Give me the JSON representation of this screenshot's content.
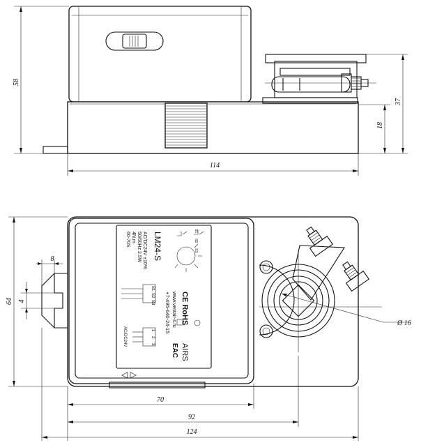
{
  "drawing": {
    "side_view": {
      "dim_height_total": "58",
      "dim_height_right": "37",
      "dim_height_base": "18",
      "dim_length": "114"
    },
    "top_view": {
      "dim_height": "64",
      "dim_slot_width": "8",
      "dim_slot_gap": "4",
      "dim_shaft_diameter": "Ø 16",
      "dim_width_70": "70",
      "dim_width_92": "92",
      "dim_width_124": "124"
    },
    "label": {
      "model": "LM24-S",
      "supply": "AC/DC24V ±10%",
      "freq_power": "50/60Hz 2.5W",
      "torque": "4N.m",
      "time": "60-70S",
      "ce_rohs": "CE RoHS",
      "website": "www.ventair-s.ru",
      "phone": "+7-495-640-24-15",
      "brand": "AIRS",
      "eac": "EAC",
      "sw_s1": "S1",
      "sw_s2": "S2",
      "sw_s3": "S3",
      "sw_s1_short": "S1",
      "sw_s2_short": "S2",
      "sw_s3_short": "S3",
      "term_1": "1",
      "term_2": "2",
      "term_3": "3",
      "supply_short": "AC/DC24V",
      "direction_arrows": "◁ ▷"
    }
  }
}
